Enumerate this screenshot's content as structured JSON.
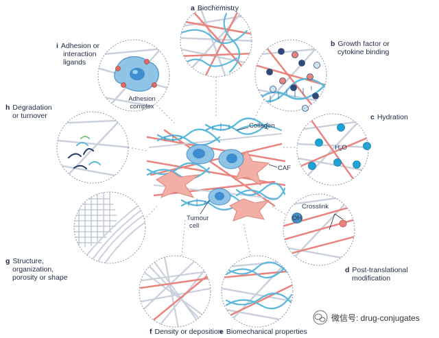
{
  "panels": [
    {
      "letter": "a",
      "text": "Biochemistry"
    },
    {
      "letter": "b",
      "text": "Growth factor or",
      "text2": "cytokine binding"
    },
    {
      "letter": "c",
      "text": "Hydration"
    },
    {
      "letter": "d",
      "text": "Post-translational",
      "text2": "modification"
    },
    {
      "letter": "e",
      "text": "Biomechanical properties"
    },
    {
      "letter": "f",
      "text": "Density or deposition"
    },
    {
      "letter": "g",
      "text": "Structure,",
      "text2": "organization,",
      "text3": "porosity or shape"
    },
    {
      "letter": "h",
      "text": "Degradation",
      "text2": "or turnover"
    },
    {
      "letter": "i",
      "text": "Adhesion or",
      "text2": "interaction",
      "text3": "ligands"
    }
  ],
  "center": {
    "collagen": "Collagen",
    "caf": "CAF",
    "tumour1": "Tumour",
    "tumour2": "cell"
  },
  "inner": {
    "adhesion1": "Adhesion",
    "adhesion2": "complex",
    "h2o_h": "H",
    "h2o_sub": "2",
    "h2o_o": "O",
    "crosslink": "Crosslink",
    "oh": "OH"
  },
  "watermark": "微信号: drug-conjugates",
  "colors": {
    "collagen": "#e9837d",
    "blue_fiber": "#5bb8dd",
    "grey_fiber": "#c9d0dc",
    "cell_blue": "#8fc4e6",
    "caf": "#f3aea5",
    "dark_dot": "#2f4a78",
    "circle_border": "#8a94a8"
  }
}
